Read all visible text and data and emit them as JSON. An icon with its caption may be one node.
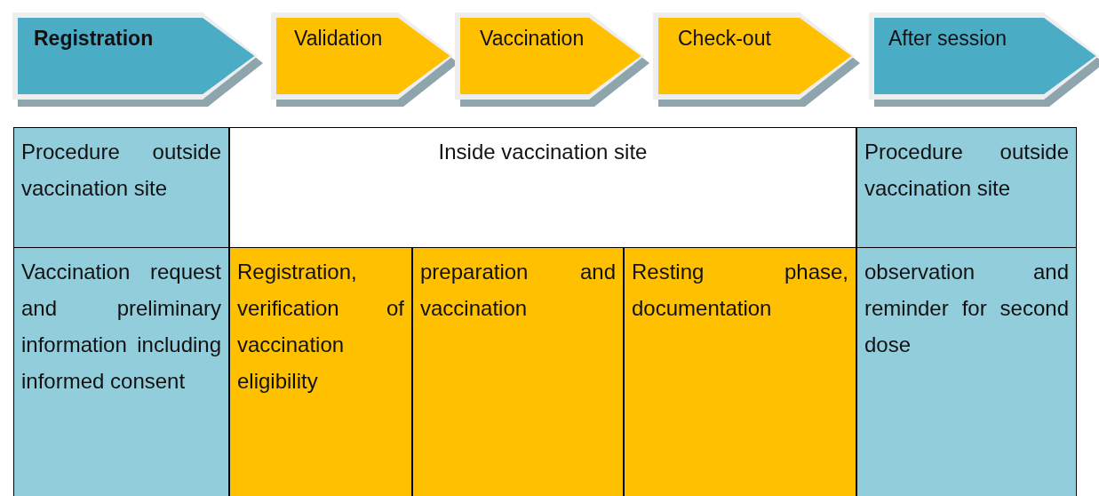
{
  "diagram": {
    "nodes": [
      {
        "text": [
          "Registration"
        ]
      },
      {
        "text": [
          "Validation"
        ]
      },
      {
        "text": [
          "Vaccination"
        ]
      },
      {
        "text": [
          "Check-out"
        ]
      },
      {
        "text": [
          "After session"
        ]
      }
    ],
    "labels": [
      "Procedure outside vaccination site",
      "Inside vaccination site",
      "Procedure outside vaccination site",
      "Vaccination request and preliminary information including informed consent",
      "Registration, verification of vaccination eligibility",
      "preparation and vaccination",
      "Resting phase, documentation",
      "observation and reminder for second dose"
    ]
  }
}
